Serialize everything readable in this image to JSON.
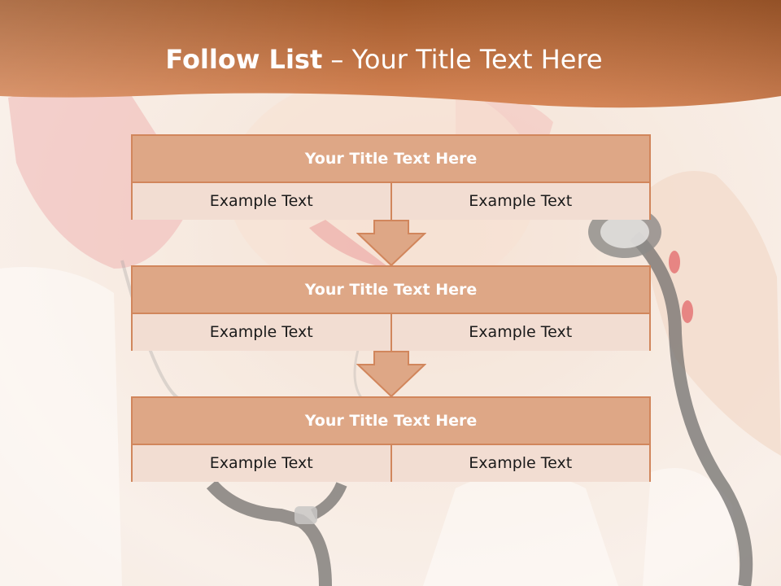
{
  "slide": {
    "title_bold": "Follow List",
    "title_rest": "– Your Title Text Here"
  },
  "steps": [
    {
      "title": "Your Title Text Here",
      "left": "Example Text",
      "right": "Example Text"
    },
    {
      "title": "Your Title Text Here",
      "left": "Example Text",
      "right": "Example Text"
    },
    {
      "title": "Your Title Text Here",
      "left": "Example Text",
      "right": "Example Text"
    }
  ],
  "colors": {
    "header_dark": "#a35a2c",
    "header_light": "#d8875a",
    "box_border": "#d1865c",
    "box_header": "#dea786",
    "box_row": "#f2ddd2"
  }
}
